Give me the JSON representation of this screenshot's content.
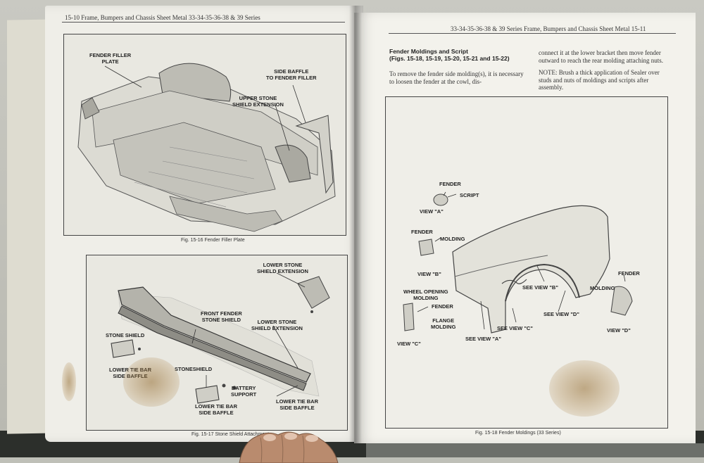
{
  "left_page": {
    "header": "15-10   Frame, Bumpers and Chassis Sheet Metal   33-34-35-36-38 & 39 Series",
    "fig1": {
      "caption": "Fig. 15-16  Fender Filler Plate",
      "labels": {
        "fender_filler_plate": "FENDER FILLER\nPLATE",
        "side_baffle": "SIDE BAFFLE\nTO FENDER FILLER",
        "upper_stone_shield": "UPPER STONE\nSHIELD EXTENSION"
      }
    },
    "fig2": {
      "caption": "Fig. 15-17  Stone Shield Attachment",
      "labels": {
        "lower_stone_shield_ext_top": "LOWER STONE\nSHIELD EXTENSION",
        "front_fender_stone_shield": "FRONT FENDER\nSTONE SHIELD",
        "lower_stone_shield_ext_mid": "LOWER STONE\nSHIELD EXTENSION",
        "stone_shield": "STONE SHIELD",
        "lower_tie_bar_left": "LOWER TIE BAR\nSIDE BAFFLE",
        "stoneshield": "STONESHIELD",
        "battery_support": "BATTERY\nSUPPORT",
        "lower_tie_bar_bottom": "LOWER TIE BAR\nSIDE BAFFLE",
        "lower_tie_bar_right": "LOWER TIE BAR\nSIDE BAFFLE"
      }
    }
  },
  "right_page": {
    "header": "33-34-35-36-38 & 39 Series   Frame, Bumpers and Chassis Sheet Metal   15-11",
    "section_title": "Fender Moldings and Script\n(Figs. 15-18, 15-19, 15-20, 15-21 and 15-22)",
    "para1": "To remove the fender side molding(s), it is necessary to loosen the fender at the cowl, dis-",
    "para2": "connect it at the lower bracket then move fender outward to reach the rear molding attaching nuts.",
    "note": "NOTE: Brush a thick application of Sealer over studs and nuts of moldings and scripts after assembly.",
    "fig3": {
      "caption": "Fig. 15-18  Fender Moldings (33 Series)",
      "labels": {
        "fender_a": "FENDER",
        "script": "SCRIPT",
        "view_a": "VIEW \"A\"",
        "fender_b": "FENDER",
        "molding_b": "MOLDING",
        "view_b": "VIEW \"B\"",
        "wheel_opening_molding": "WHEEL OPENING\nMOLDING",
        "fender_c": "FENDER",
        "flange_molding": "FLANGE\nMOLDING",
        "view_c": "VIEW \"C\"",
        "see_view_a": "SEE VIEW \"A\"",
        "see_view_c": "SEE VIEW \"C\"",
        "see_view_b": "SEE VIEW \"B\"",
        "see_view_d": "SEE VIEW \"D\"",
        "fender_d": "FENDER",
        "molding_d": "MOLDING",
        "view_d": "VIEW \"D\""
      }
    }
  },
  "colors": {
    "paper": "#efeee8",
    "ink": "#333333",
    "stain": "#9a6e32"
  }
}
